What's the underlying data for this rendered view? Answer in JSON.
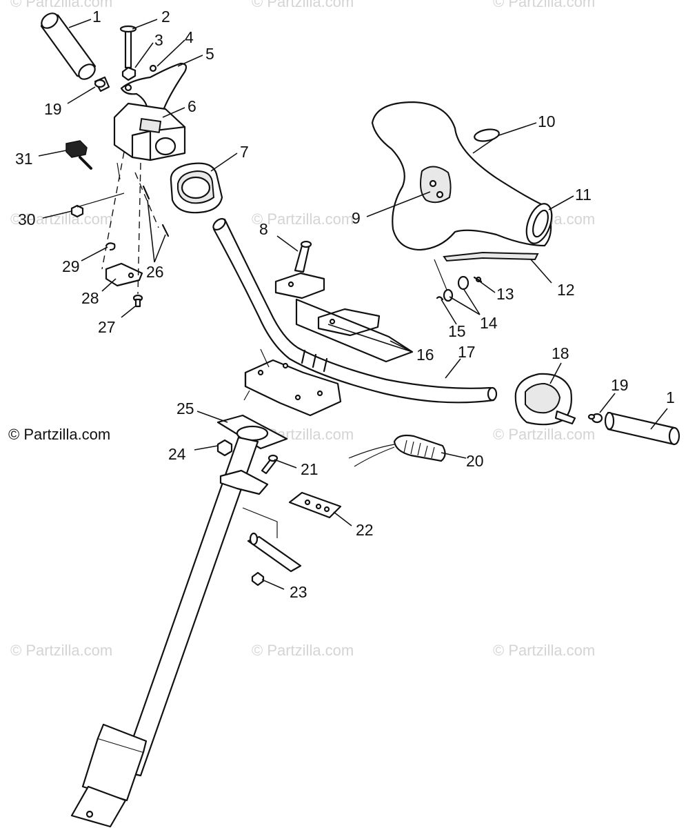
{
  "copyright": "© Partzilla.com",
  "watermark": "© Partzilla.com",
  "callouts": {
    "c1a": "1",
    "c2": "2",
    "c3": "3",
    "c4": "4",
    "c5": "5",
    "c6": "6",
    "c7": "7",
    "c8": "8",
    "c9": "9",
    "c10": "10",
    "c11": "11",
    "c12": "12",
    "c13": "13",
    "c14": "14",
    "c15": "15",
    "c16": "16",
    "c17": "17",
    "c18": "18",
    "c19a": "19",
    "c19b": "19",
    "c1b": "1",
    "c20": "20",
    "c21": "21",
    "c22": "22",
    "c23": "23",
    "c24": "24",
    "c25": "25",
    "c26": "26",
    "c27": "27",
    "c28": "28",
    "c29": "29",
    "c30": "30",
    "c31": "31"
  }
}
